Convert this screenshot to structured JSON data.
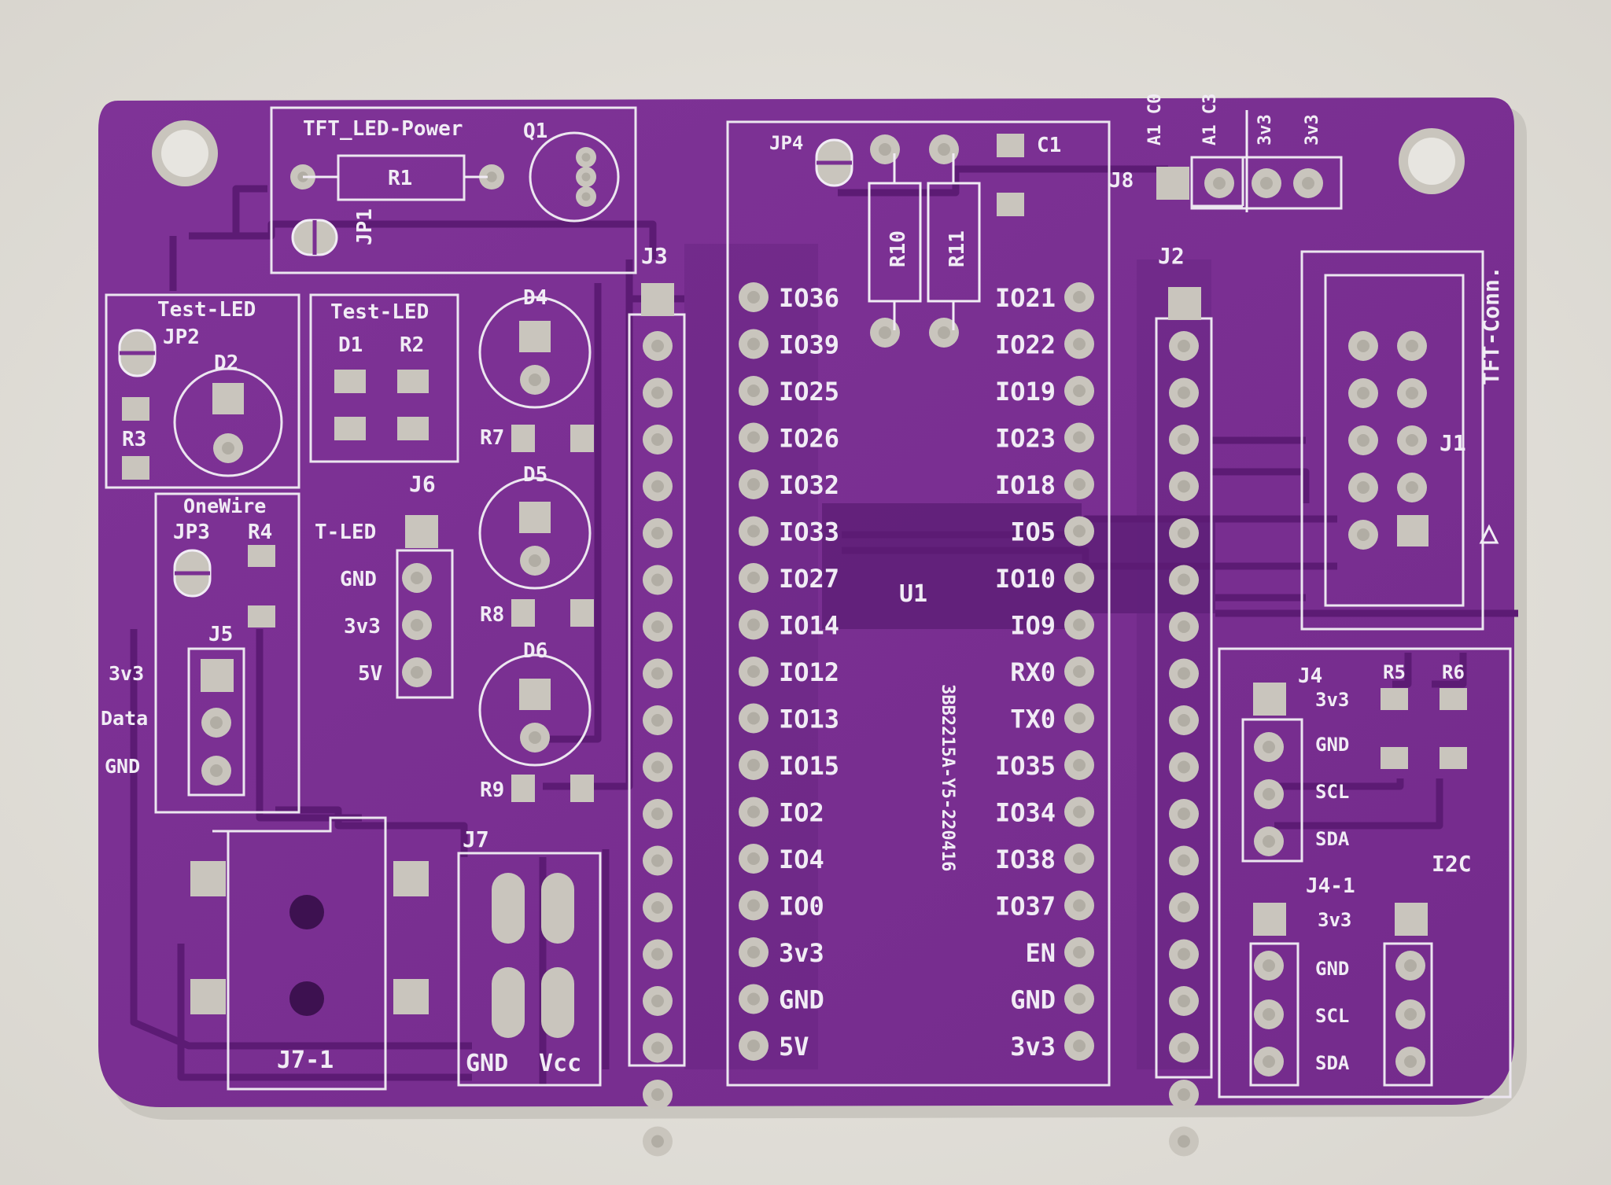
{
  "colors": {
    "background": "#e4e2dd",
    "board": "#7a2f92",
    "board_dark": "#55186e",
    "trace": "#631f7c",
    "silkscreen": "#f1ecf5",
    "pad": "#c9c5bd"
  },
  "board": {
    "date_code": "3BB2215A-Y5-220416",
    "blocks": {
      "tft_power": "TFT_LED-Power",
      "r1": "R1",
      "q1": "Q1",
      "jp1": "JP1",
      "test_led_left": "Test-LED",
      "jp2": "JP2",
      "d2": "D2",
      "r3": "R3",
      "test_led_mid": "Test-LED",
      "d1": "D1",
      "r2": "R2",
      "onewire": "OneWire",
      "jp3": "JP3",
      "r4": "R4",
      "j5": "J5",
      "j5_pins": [
        "3v3",
        "Data",
        "GND"
      ],
      "j6": "J6",
      "j6_pins": [
        "T-LED",
        "GND",
        "3v3",
        "5V"
      ],
      "d4": "D4",
      "d5": "D5",
      "d6": "D6",
      "r7": "R7",
      "r8": "R8",
      "r9": "R9",
      "j3": "J3",
      "j2": "J2",
      "jp4": "JP4",
      "c1": "C1",
      "r10": "R10",
      "r11": "R11",
      "u1": "U1",
      "j8": "J8",
      "j8_labels": [
        "A1\nC0",
        "A1\nC3",
        "3v3",
        "3v3"
      ],
      "j1": "J1",
      "tft_conn": "TFT-Conn.",
      "i2c": "I2C",
      "j4": "J4",
      "r5": "R5",
      "r6": "R6",
      "j4_pins": [
        "3v3",
        "GND",
        "SCL",
        "SDA"
      ],
      "j4_1": "J4-1",
      "j4_1_pins": [
        "3v3",
        "GND",
        "SCL",
        "SDA"
      ],
      "j7": "J7",
      "j7_1": "J7-1",
      "j7_gnd": "GND",
      "j7_vcc": "Vcc"
    },
    "u1_left_pins": [
      "IO36",
      "IO39",
      "IO25",
      "IO26",
      "IO32",
      "IO33",
      "IO27",
      "IO14",
      "IO12",
      "IO13",
      "IO15",
      "IO2",
      "IO4",
      "IO0",
      "3v3",
      "GND",
      "5V"
    ],
    "u1_right_pins": [
      "IO21",
      "IO22",
      "IO19",
      "IO23",
      "IO18",
      "IO5",
      "IO10",
      "IO9",
      "RX0",
      "TX0",
      "IO35",
      "IO34",
      "IO38",
      "IO37",
      "EN",
      "GND",
      "3v3"
    ]
  }
}
